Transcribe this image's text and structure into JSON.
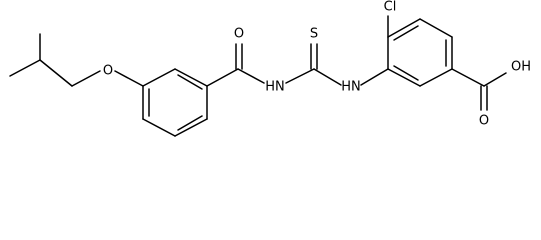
{
  "structure": {
    "atom_labels": {
      "ether_oxygen": "O",
      "amide_oxygen": "O",
      "amide_nitrogen": "HN",
      "thio_sulfur": "S",
      "thio_nitrogen": "HN",
      "chlorine": "Cl",
      "carbonyl_oxygen": "O",
      "hydroxyl": "OH"
    },
    "colors": {
      "ink": "#000000",
      "background": "#ffffff"
    }
  }
}
